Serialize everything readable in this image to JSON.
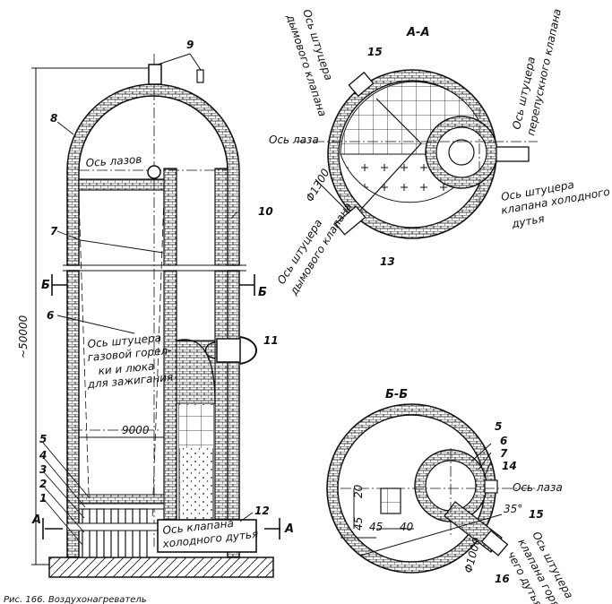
{
  "section_titles": {
    "aa": "А-А",
    "bb": "Б-Б"
  },
  "cut_marks": {
    "a": "А",
    "b": "Б"
  },
  "dimensions": {
    "height": "~50000",
    "inner": "9000",
    "d_aa": "Φ1300",
    "d_bb": "Φ1000",
    "angle": "35°",
    "b45": "45",
    "b40": "40",
    "b45b": "45",
    "b20": "20"
  },
  "part_numbers": {
    "n1": "1",
    "n2": "2",
    "n3": "3",
    "n4": "4",
    "n5": "5",
    "n6": "6",
    "n7": "7",
    "n8": "8",
    "n9": "9",
    "n10": "10",
    "n11": "11",
    "n12": "12",
    "n13": "13",
    "n14": "14",
    "n15": "15",
    "n15b": "15",
    "n16": "16",
    "n5b": "5",
    "n6b": "6",
    "n7b": "7"
  },
  "labels": {
    "man_axis": "Ось лазов",
    "burner_1": "Ось штуцера",
    "burner_2": "газовой горел-",
    "burner_3": "ки и люка",
    "burner_4": "для зажигания",
    "cold_1": "Ось клапана",
    "cold_2": "холодного дутья",
    "aa_smoke_1": "Ось штуцера",
    "aa_smoke_2": "дымового клапана",
    "aa_bypass_1": "Ось штуцера",
    "aa_bypass_2": "перепускного клапана",
    "aa_laz": "Ось лаза",
    "aa_cold_1": "Ось штуцера",
    "aa_cold_2": "клапана холодного",
    "aa_cold_3": "дутья",
    "aa_smoke2_1": "Ось штуцера",
    "aa_smoke2_2": "дымового клапана",
    "bb_laz": "Ось лаза",
    "bb_fit_1": "Ось штуцера",
    "bb_fit_2": "клапана горя-",
    "bb_fit_3": "чего дутья"
  },
  "caption": "Рис. 166. Воздухонагреватель"
}
